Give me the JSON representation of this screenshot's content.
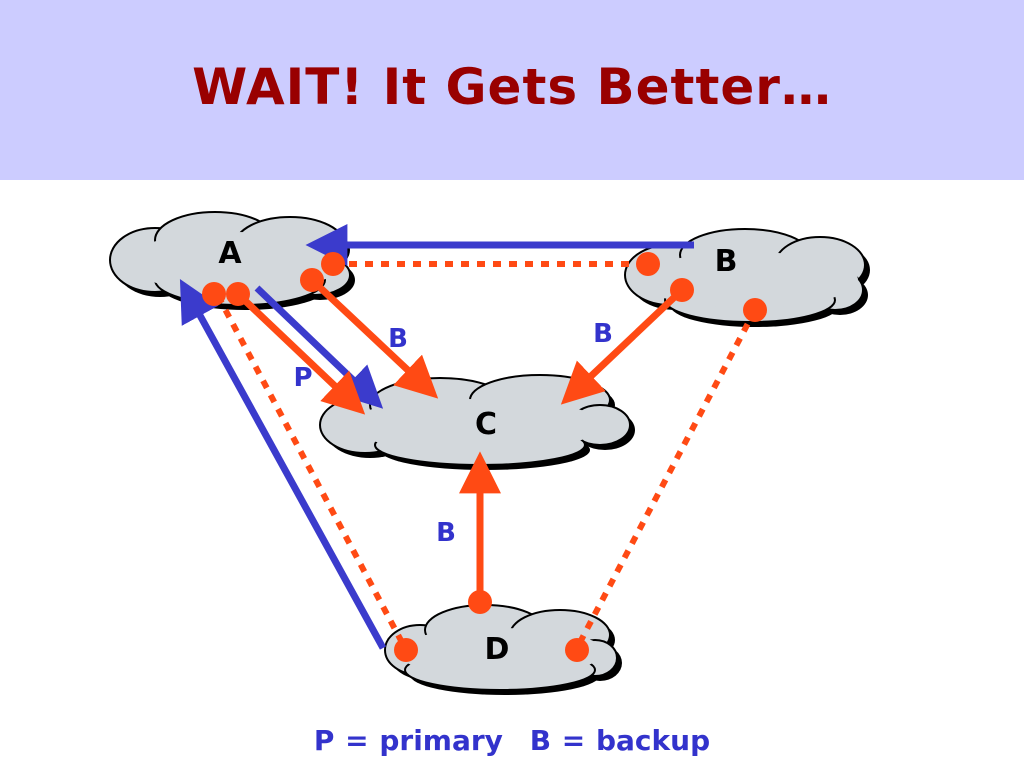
{
  "slide": {
    "title": "WAIT! It Gets Better…",
    "colors": {
      "title_band": "#ccccff",
      "title_text": "#990000",
      "cloud_fill": "#d3d8dc",
      "primary_arrow": "#ff4a14",
      "backup_arrow": "#3b3bcc",
      "label_blue": "#3333cc"
    }
  },
  "nodes": {
    "a": "A",
    "b": "B",
    "c": "C",
    "d": "D"
  },
  "edge_labels": {
    "a_to_c_primary": "P",
    "a_to_c_backup": "B",
    "b_to_c_backup": "B",
    "d_to_c_backup": "B"
  },
  "legend": {
    "primary": "P = primary",
    "backup": "B = backup"
  }
}
